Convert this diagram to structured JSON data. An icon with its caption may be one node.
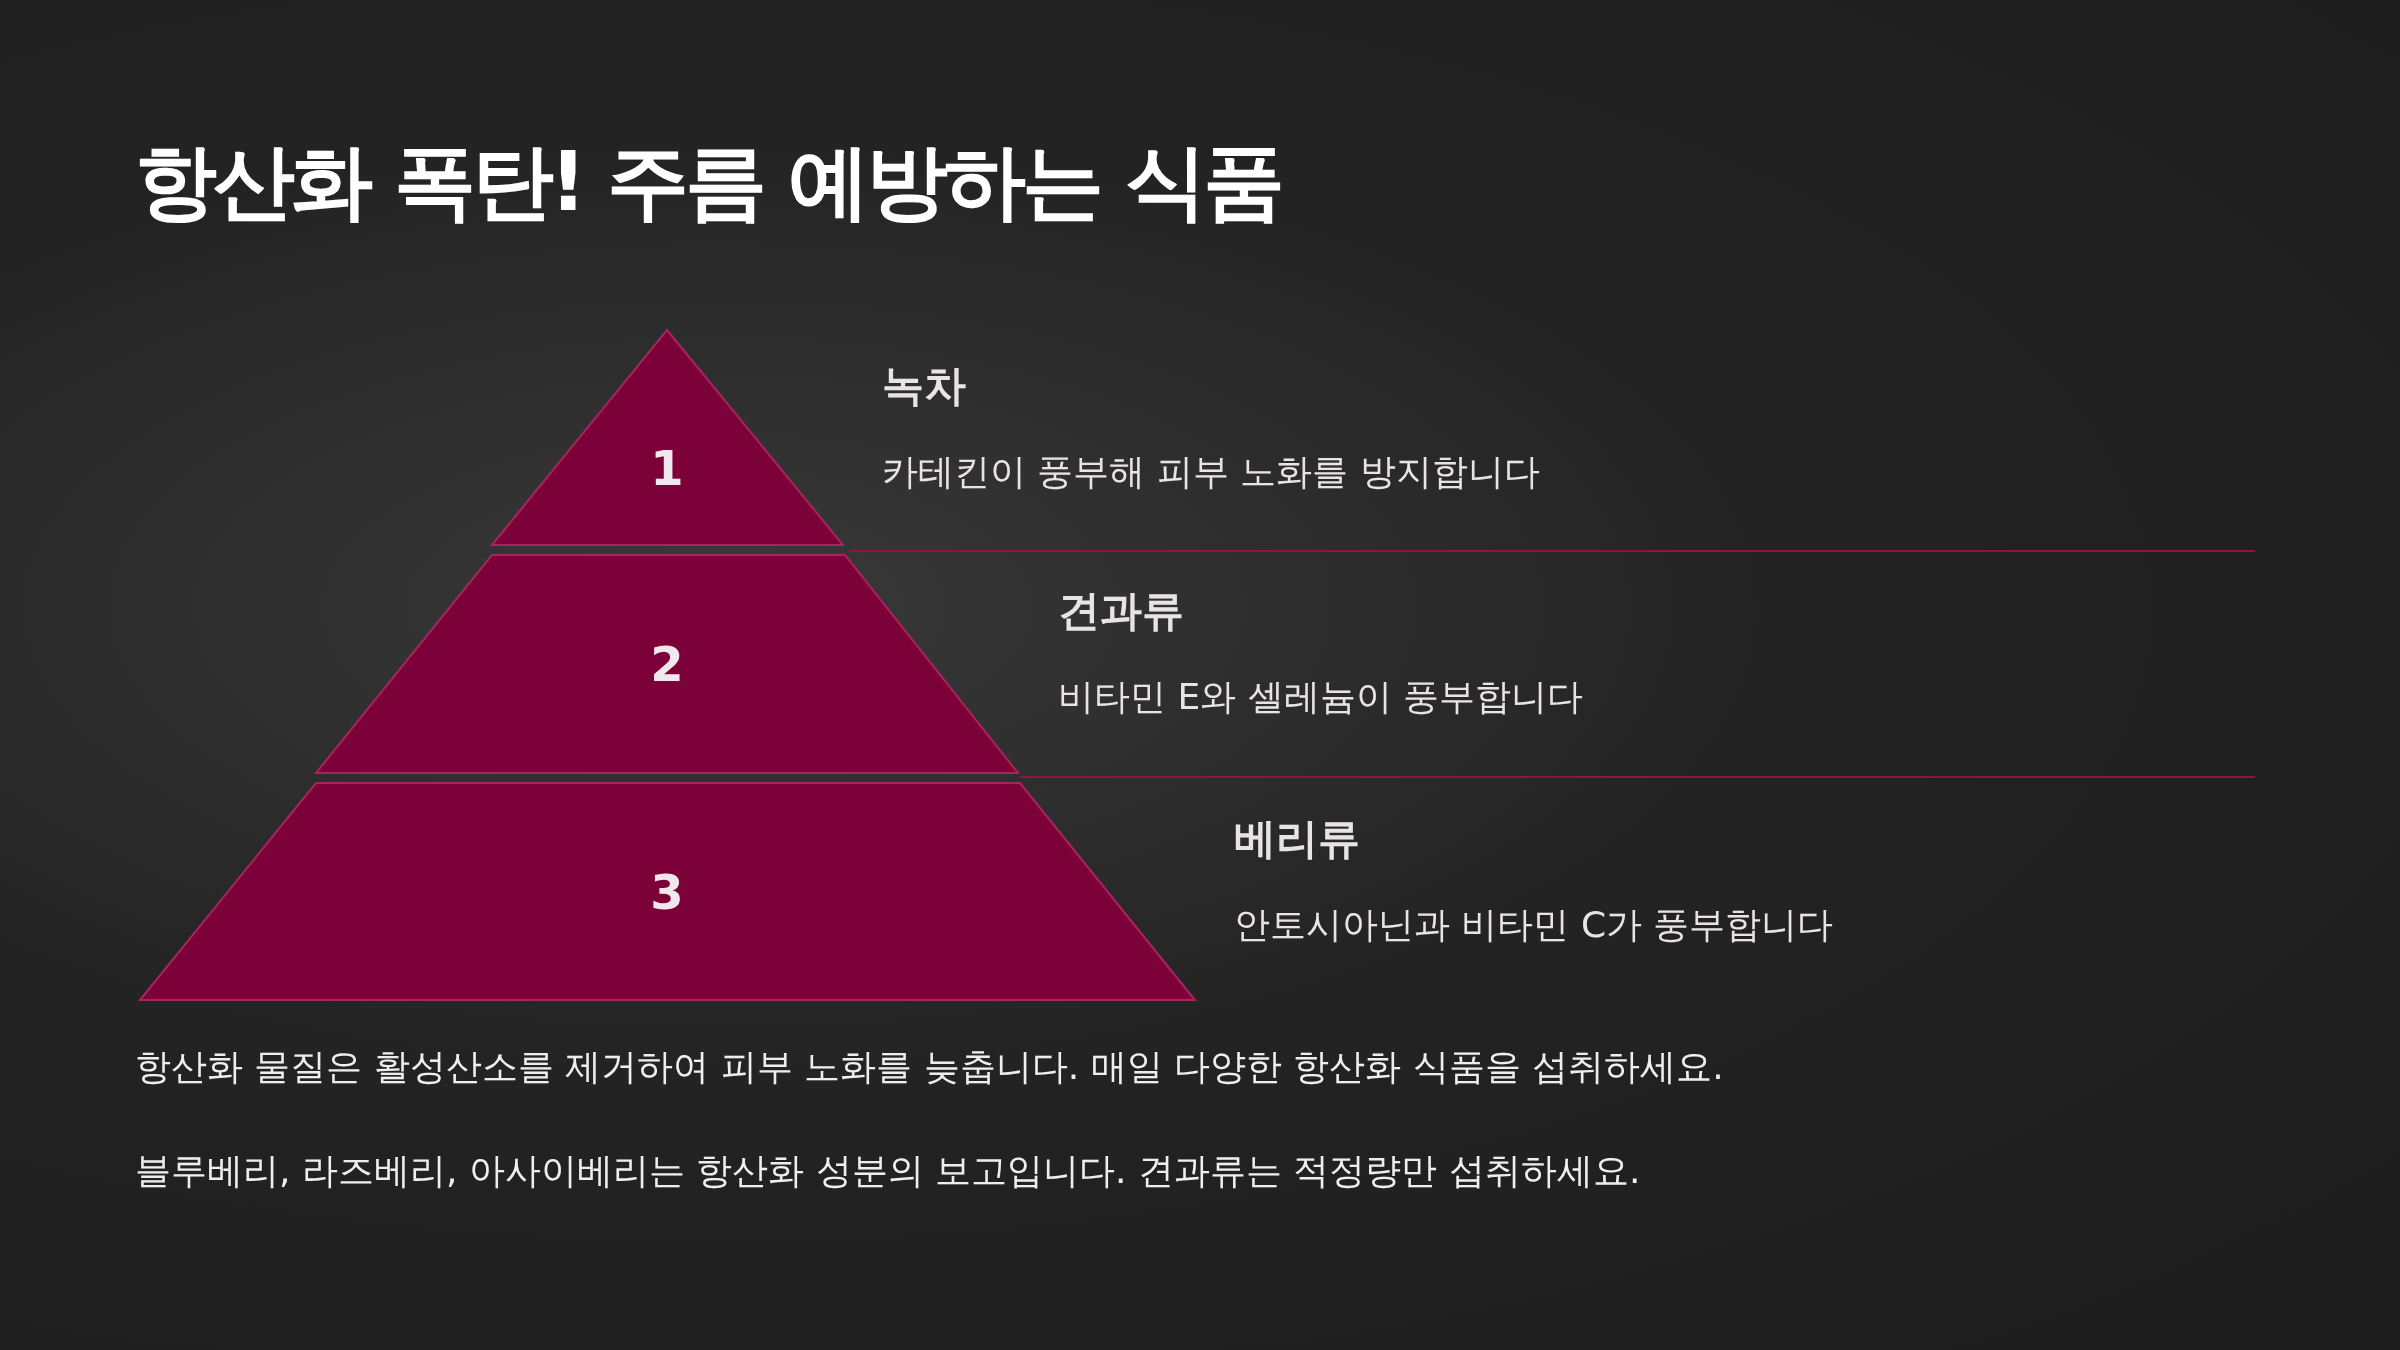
{
  "diagram": {
    "title": "항산화 폭탄! 주름 예방하는 식품",
    "nodes": [
      {
        "text": [
          "1"
        ],
        "beside": [
          "녹차",
          "카테킨이 풍부해 피부 노화를 방지합니다"
        ]
      },
      {
        "text": [
          "2"
        ],
        "beside": [
          "견과류",
          "비타민 E와 셀레늄이 풍부합니다"
        ]
      },
      {
        "text": [
          "3"
        ],
        "beside": [
          "베리류",
          "안토시아닌과 비타민 C가 풍부합니다"
        ]
      }
    ],
    "labels": [
      "항산화 물질은 활성산소를 제거하여 피부 노화를 늦춥니다. 매일 다양한 항산화 식품을 섭취하세요.",
      "블루베리, 라즈베리, 아사이베리는 항산화 성분의 보고입니다. 견과류는 적정량만 섭취하세요."
    ]
  }
}
